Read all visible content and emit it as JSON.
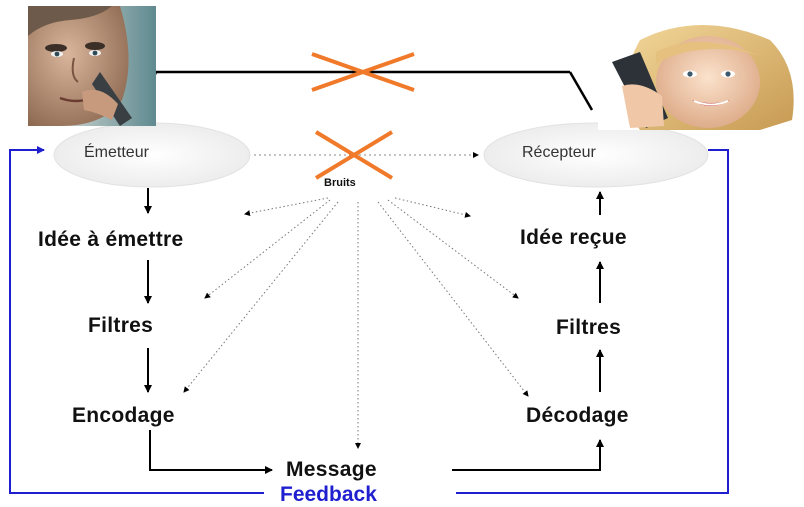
{
  "nodes": {
    "sender": "Émetteur",
    "receiver": "Récepteur",
    "noise": "Bruits",
    "idea_out": "Idée à émettre",
    "filters_left": "Filtres",
    "encoding": "Encodage",
    "message": "Message",
    "decoding": "Décodage",
    "filters_right": "Filtres",
    "idea_in": "Idée reçue",
    "feedback": "Feedback"
  },
  "colors": {
    "cross": "#f07a2a",
    "feedback": "#1f1fd0",
    "lines": "#000000",
    "ellipse": "#f2f2f2"
  },
  "icons": {
    "left_photo": "man-on-phone-photo",
    "right_photo": "woman-on-phone-photo",
    "blocked_line": "cross-icon"
  }
}
